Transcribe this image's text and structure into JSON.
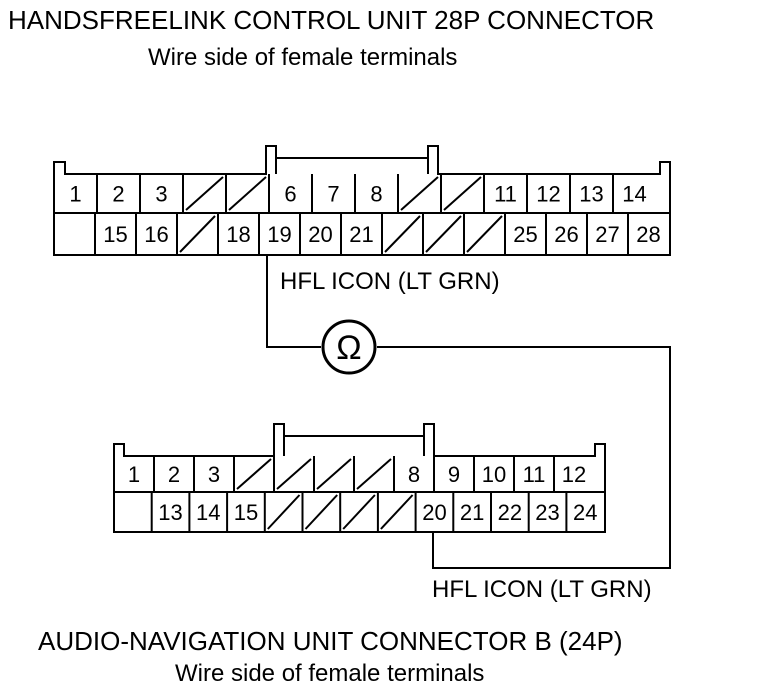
{
  "top": {
    "title": "HANDSFREELINK CONTROL UNIT 28P CONNECTOR",
    "subtitle": "Wire side of female terminals",
    "row1": [
      "1",
      "2",
      "3",
      "",
      "",
      "6",
      "7",
      "8",
      "",
      "",
      "11",
      "12",
      "13",
      "14"
    ],
    "row2": [
      "",
      "15",
      "16",
      "",
      "18",
      "19",
      "20",
      "21",
      "",
      "",
      "",
      "25",
      "26",
      "27",
      "28"
    ],
    "wire_label": "HFL ICON (LT GRN)"
  },
  "bottom": {
    "title": "AUDIO-NAVIGATION UNIT CONNECTOR B (24P)",
    "subtitle": "Wire side of female terminals",
    "row1": [
      "1",
      "2",
      "3",
      "",
      "",
      "",
      "",
      "8",
      "9",
      "10",
      "11",
      "12"
    ],
    "row2": [
      "",
      "13",
      "14",
      "15",
      "",
      "",
      "",
      "",
      "20",
      "21",
      "22",
      "23",
      "24"
    ],
    "wire_label": "HFL ICON (LT GRN)"
  },
  "meter_symbol": "Ω"
}
